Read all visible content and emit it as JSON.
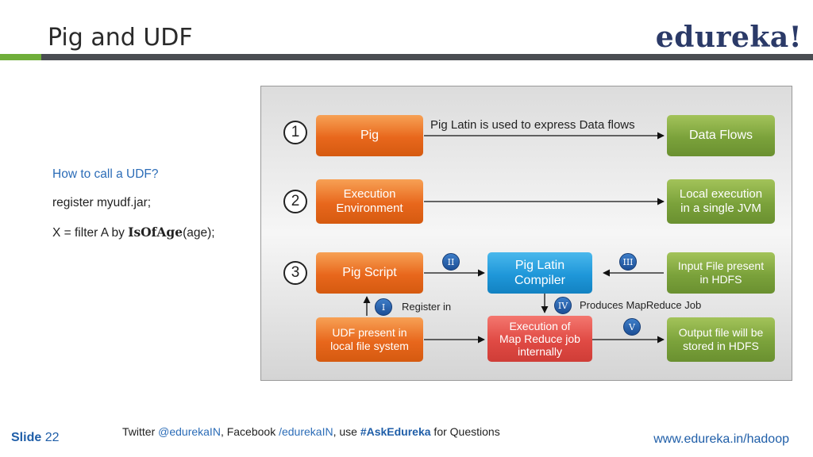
{
  "header": {
    "title": "Pig and UDF",
    "logo": "edureka!"
  },
  "left": {
    "question": "How to call a UDF?",
    "register_line": "register myudf.jar;",
    "x_line_prefix": "X = filter A by ",
    "x_line_bold": "IsOfAge",
    "x_line_suffix": "(age);"
  },
  "diagram": {
    "steps": [
      "1",
      "2",
      "3"
    ],
    "nodes": {
      "pig": "Pig",
      "data_flows": "Data Flows",
      "exec_env_1": "Execution",
      "exec_env_2": "Environment",
      "local_exec_1": "Local execution",
      "local_exec_2": "in a single JVM",
      "pig_script": "Pig Script",
      "compiler_1": "Pig Latin",
      "compiler_2": "Compiler",
      "input_file_1": "Input File present",
      "input_file_2": "in HDFS",
      "udf_1": "UDF present in",
      "udf_2": "local file system",
      "exec_mr_1": "Execution of",
      "exec_mr_2": "Map Reduce job",
      "exec_mr_3": "internally",
      "output_1": "Output file will be",
      "output_2": "stored in HDFS"
    },
    "labels": {
      "pig_latin": "Pig Latin is used to express Data flows",
      "register_in": "Register in",
      "produces_mr": "Produces MapReduce Job"
    },
    "badges": {
      "i": "I",
      "ii": "II",
      "iii": "III",
      "iv": "IV",
      "v": "V"
    }
  },
  "footer": {
    "slide_label": "Slide",
    "slide_number": "22",
    "twitter_prefix": "Twitter ",
    "twitter_handle": "@edurekaIN",
    "facebook_prefix": ", Facebook ",
    "facebook_handle": "/edurekaIN",
    "use_text": ", use ",
    "hashtag": "#AskEdureka",
    "questions_text": " for Questions",
    "website": "www.edureka.in/hadoop"
  }
}
